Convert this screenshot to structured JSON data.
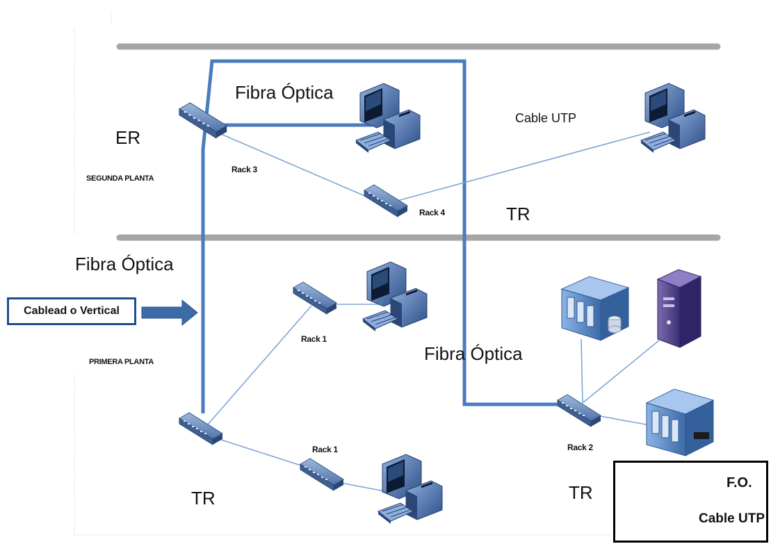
{
  "labels": {
    "fibra_top": "Fibra Óptica",
    "fibra_left": "Fibra Óptica",
    "fibra_right": "Fibra Óptica",
    "cable_utp": "Cable UTP",
    "er": "ER",
    "tr_upper": "TR",
    "tr_bottom_left": "TR",
    "tr_bottom_right": "TR",
    "segunda_planta": "SEGUNDA PLANTA",
    "primera_planta": "PRIMERA PLANTA",
    "rack3": "Rack 3",
    "rack4": "Rack 4",
    "rack1_upper": "Rack 1",
    "rack1_lower": "Rack 1",
    "rack2": "Rack 2",
    "cableado_vertical": "Cablead o Vertical"
  },
  "legend": {
    "fo_label": "F.O.",
    "utp_label": "Cable UTP"
  },
  "colors": {
    "fiber": "#4a7bbd",
    "utp": "#7ea6d6",
    "floor": "#a6a6a6",
    "switch": "#5a7fb5",
    "legend_fiber": "#3aa0e0"
  }
}
